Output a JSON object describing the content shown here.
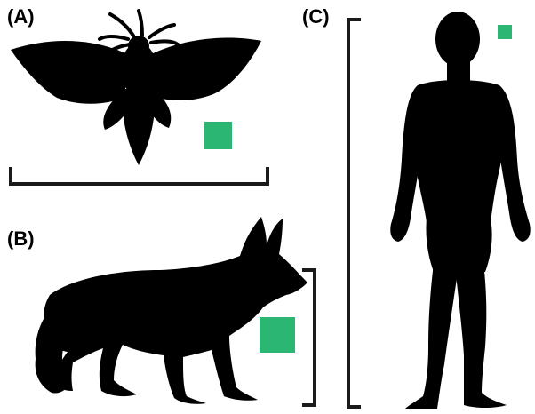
{
  "panels": [
    {
      "label": "(A)",
      "subject": "moth-silhouette"
    },
    {
      "label": "(B)",
      "subject": "canid-silhouette"
    },
    {
      "label": "(C)",
      "subject": "human-silhouette"
    }
  ],
  "colors": {
    "silhouette": "#000000",
    "scale_square": "#2cb673",
    "bracket": "#1a1a1a",
    "background": "#ffffff"
  }
}
